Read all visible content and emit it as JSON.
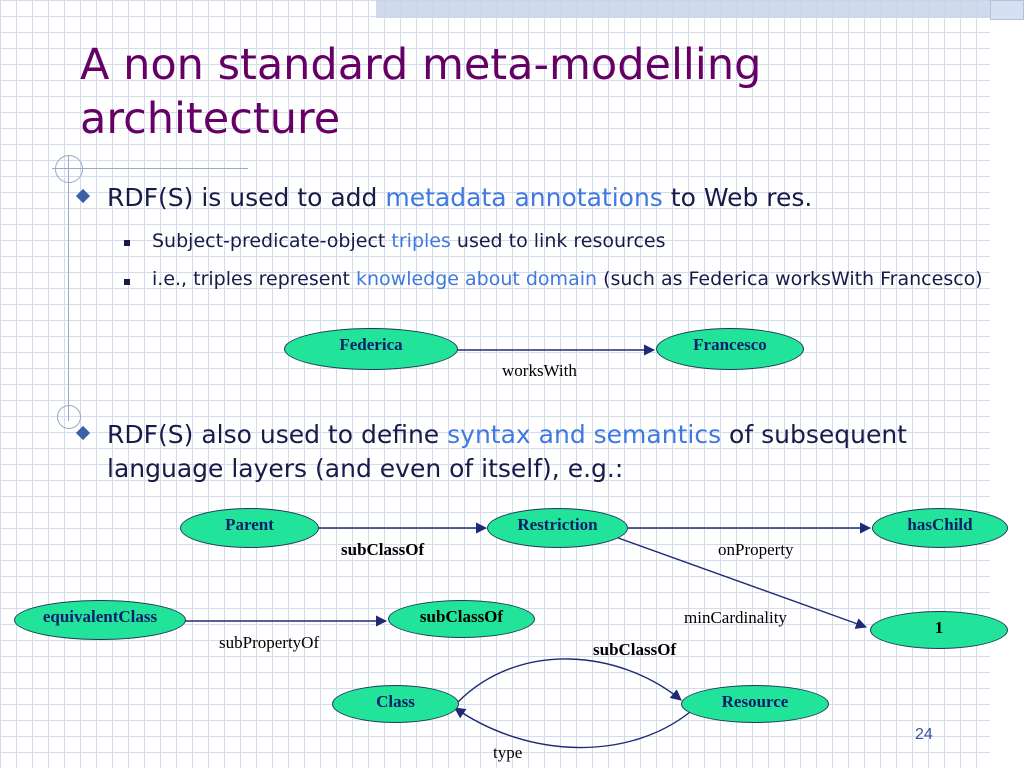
{
  "title": "A non standard meta-modelling architecture",
  "bullet1": {
    "pre": "RDF(S) is used to add ",
    "hl": "metadata annotations",
    "post": " to Web res."
  },
  "sub1": {
    "pre": "Subject-predicate-object ",
    "hl": "triples",
    "post": " used to link resources"
  },
  "sub2": {
    "pre": "i.e., triples represent ",
    "hl": "knowledge about domain",
    "post": " (such as Federica worksWith Francesco)"
  },
  "bullet2": {
    "pre": "RDF(S) also used to define ",
    "hl": "syntax and semantics",
    "post": " of subsequent language layers (and even of itself), e.g.:"
  },
  "diagram": {
    "nodes": {
      "federica": "Federica",
      "francesco": "Francesco",
      "parent": "Parent",
      "restriction": "Restriction",
      "haschild": "hasChild",
      "equivalentclass": "equivalentClass",
      "subclassof": "subClassOf",
      "one": "1",
      "class": "Class",
      "resource": "Resource"
    },
    "labels": {
      "workswith": "worksWith",
      "subclassof_parent": "subClassOf",
      "onproperty": "onProperty",
      "mincardinality": "minCardinality",
      "subpropertyof": "subPropertyOf",
      "subclassof_class": "subClassOf",
      "type": "type"
    }
  },
  "page_number": "24",
  "colors": {
    "title": "#660066",
    "highlight": "#3f78e0",
    "node_fill": "#21e39a"
  }
}
